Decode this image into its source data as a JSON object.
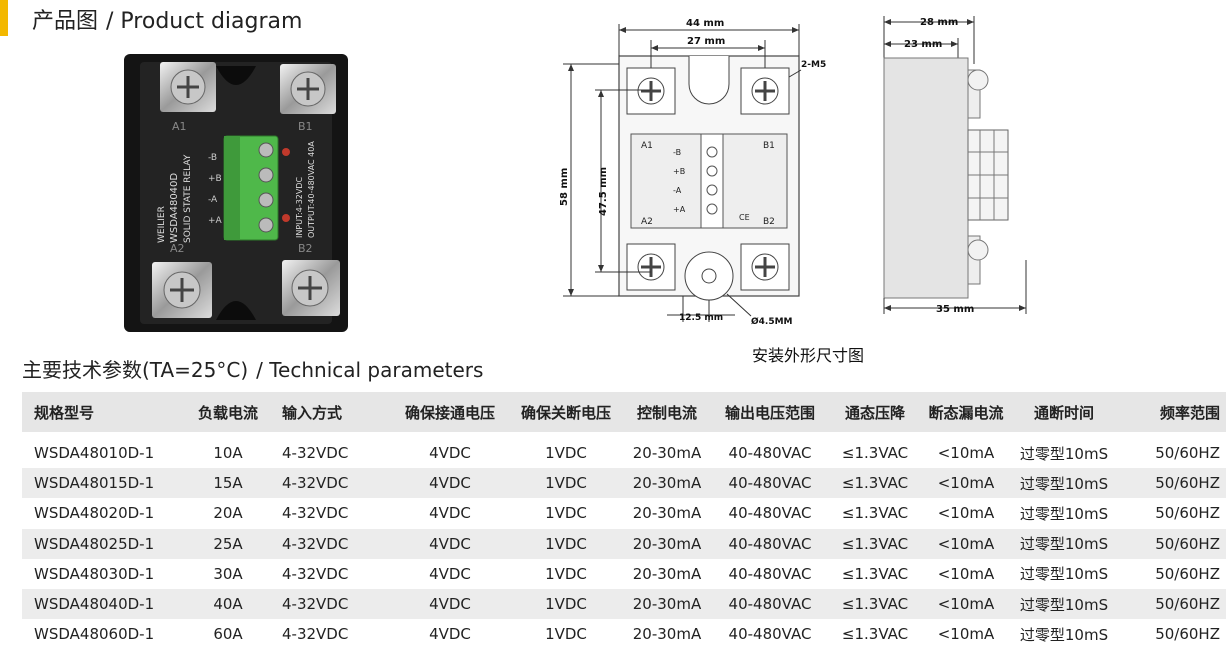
{
  "colors": {
    "accent": "#f3b800",
    "header_bg": "#e6e6e6",
    "row_alt": "#ececec",
    "relay_body": "#1b1b1b",
    "terminal_green": "#4fb84a"
  },
  "headings": {
    "product_cn": "产品图",
    "product_en": "/ Product diagram",
    "params_cn": "主要技术参数(TA=25°C)",
    "params_en": "/ Technical parameters"
  },
  "photo": {
    "brand": "WEILIER",
    "model": "WSDA48040D",
    "kind": "SOLID STATE RELAY",
    "input": "INPUT:4-32VDC",
    "output": "OUTPUT:40-480VAC 40A",
    "t_a1": "A1",
    "t_b1": "B1",
    "t_a2": "A2",
    "t_b2": "B2",
    "ctrl": [
      "-B",
      "+B",
      "-A",
      "+A"
    ]
  },
  "drawing": {
    "caption": "安装外形尺寸图",
    "dims": {
      "width_44": "44 mm",
      "width_27": "27 mm",
      "screw": "2-M5",
      "height_58": "58 mm",
      "height_47": "47.5 mm",
      "offset_12": "12.5 mm",
      "hole": "Ø4.5MM",
      "side_28": "28 mm",
      "side_23": "23 mm",
      "side_35": "35 mm"
    },
    "labels": {
      "a1": "A1",
      "b1": "B1",
      "a2": "A2",
      "b2": "B2",
      "ctrl": [
        "-B",
        "+B",
        "-A",
        "+A"
      ],
      "ce": "CE"
    }
  },
  "table": {
    "headers": [
      "规格型号",
      "负载电流",
      "输入方式",
      "确保接通电压",
      "确保关断电压",
      "控制电流",
      "输出电压范围",
      "通态压降",
      "断态漏电流",
      "通断时间",
      "频率范围"
    ],
    "rows": [
      [
        "WSDA48010D-1",
        "10A",
        "4-32VDC",
        "4VDC",
        "1VDC",
        "20-30mA",
        "40-480VAC",
        "≤1.3VAC",
        "<10mA",
        "过零型10mS",
        "50/60HZ"
      ],
      [
        "WSDA48015D-1",
        "15A",
        "4-32VDC",
        "4VDC",
        "1VDC",
        "20-30mA",
        "40-480VAC",
        "≤1.3VAC",
        "<10mA",
        "过零型10mS",
        "50/60HZ"
      ],
      [
        "WSDA48020D-1",
        "20A",
        "4-32VDC",
        "4VDC",
        "1VDC",
        "20-30mA",
        "40-480VAC",
        "≤1.3VAC",
        "<10mA",
        "过零型10mS",
        "50/60HZ"
      ],
      [
        "WSDA48025D-1",
        "25A",
        "4-32VDC",
        "4VDC",
        "1VDC",
        "20-30mA",
        "40-480VAC",
        "≤1.3VAC",
        "<10mA",
        "过零型10mS",
        "50/60HZ"
      ],
      [
        "WSDA48030D-1",
        "30A",
        "4-32VDC",
        "4VDC",
        "1VDC",
        "20-30mA",
        "40-480VAC",
        "≤1.3VAC",
        "<10mA",
        "过零型10mS",
        "50/60HZ"
      ],
      [
        "WSDA48040D-1",
        "40A",
        "4-32VDC",
        "4VDC",
        "1VDC",
        "20-30mA",
        "40-480VAC",
        "≤1.3VAC",
        "<10mA",
        "过零型10mS",
        "50/60HZ"
      ],
      [
        "WSDA48060D-1",
        "60A",
        "4-32VDC",
        "4VDC",
        "1VDC",
        "20-30mA",
        "40-480VAC",
        "≤1.3VAC",
        "<10mA",
        "过零型10mS",
        "50/60HZ"
      ]
    ]
  }
}
